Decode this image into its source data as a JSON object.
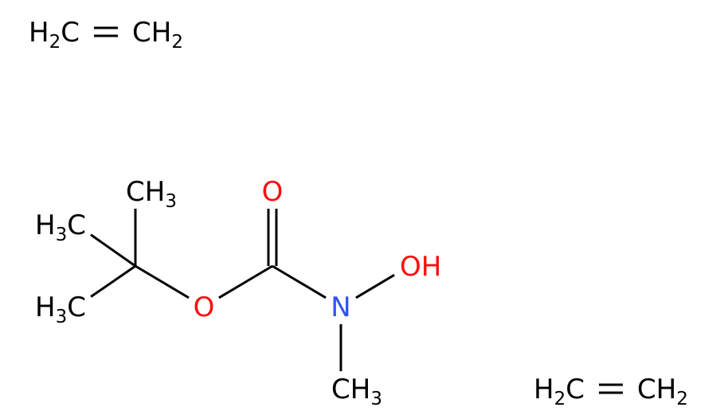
{
  "molecules": [
    {
      "atoms": [
        {
          "id": "ethA1",
          "label": "H2C",
          "main": "C",
          "hcount": "2",
          "h_position": "before",
          "element": "C"
        },
        {
          "id": "ethA2",
          "label": "CH2",
          "main": "C",
          "hcount": "2",
          "h_position": "after",
          "element": "C"
        }
      ],
      "bonds": [
        {
          "from": "ethA1",
          "to": "ethA2",
          "order": 2
        }
      ]
    },
    {
      "atoms": [
        {
          "id": "me1",
          "label": "CH3",
          "main": "C",
          "hcount": "3",
          "h_position": "after",
          "element": "C"
        },
        {
          "id": "me2",
          "label": "H3C",
          "main": "C",
          "hcount": "3",
          "h_position": "before",
          "element": "C"
        },
        {
          "id": "me3",
          "label": "H3C",
          "main": "C",
          "hcount": "3",
          "h_position": "before",
          "element": "C"
        },
        {
          "id": "cq",
          "label": "",
          "element": "C"
        },
        {
          "id": "o_ester",
          "label": "O",
          "main": "O",
          "element": "O"
        },
        {
          "id": "c_carbonyl",
          "label": "",
          "element": "C"
        },
        {
          "id": "o_carbonyl",
          "label": "O",
          "main": "O",
          "element": "O"
        },
        {
          "id": "n",
          "label": "N",
          "main": "N",
          "element": "N"
        },
        {
          "id": "oh",
          "label": "OH",
          "main": "O",
          "h_label": "H",
          "h_position": "after",
          "element": "O"
        },
        {
          "id": "n_me",
          "label": "CH3",
          "main": "C",
          "hcount": "3",
          "h_position": "after",
          "element": "C"
        }
      ],
      "bonds": [
        {
          "from": "cq",
          "to": "me1",
          "order": 1
        },
        {
          "from": "cq",
          "to": "me2",
          "order": 1
        },
        {
          "from": "cq",
          "to": "me3",
          "order": 1
        },
        {
          "from": "cq",
          "to": "o_ester",
          "order": 1
        },
        {
          "from": "o_ester",
          "to": "c_carbonyl",
          "order": 1
        },
        {
          "from": "c_carbonyl",
          "to": "o_carbonyl",
          "order": 2
        },
        {
          "from": "c_carbonyl",
          "to": "n",
          "order": 1
        },
        {
          "from": "n",
          "to": "oh",
          "order": 1
        },
        {
          "from": "n",
          "to": "n_me",
          "order": 1
        }
      ]
    },
    {
      "atoms": [
        {
          "id": "ethB1",
          "label": "H2C",
          "main": "C",
          "hcount": "2",
          "h_position": "before",
          "element": "C"
        },
        {
          "id": "ethB2",
          "label": "CH2",
          "main": "C",
          "hcount": "2",
          "h_position": "after",
          "element": "C"
        }
      ],
      "bonds": [
        {
          "from": "ethB1",
          "to": "ethB2",
          "order": 2
        }
      ]
    }
  ],
  "colors": {
    "C": "#000000",
    "O": "#ff0d0d",
    "N": "#3050f8",
    "bond": "#000000",
    "background": "#ffffff"
  }
}
